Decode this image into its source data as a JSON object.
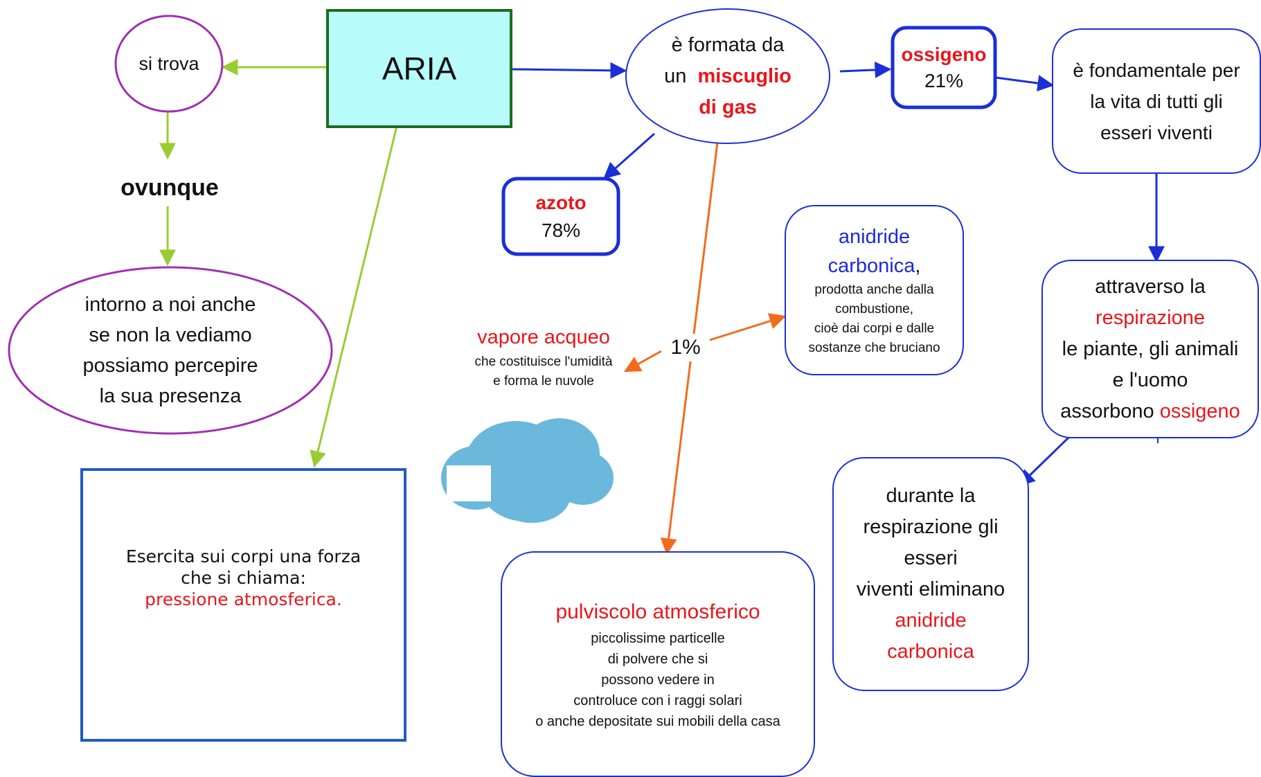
{
  "colors": {
    "green": "#99cc33",
    "purple": "#a12fb3",
    "blue": "#1b2fd6",
    "orange": "#f26b1d",
    "red": "#e8161b",
    "aria_fill": "#b7fbfb",
    "aria_border": "#1e6b1e",
    "box_blue": "#1f5cc4",
    "cloud": "#6ab8dc"
  },
  "aria": {
    "label": "ARIA"
  },
  "si_trova": {
    "label": "si trova"
  },
  "ovunque": {
    "label": "ovunque"
  },
  "intorno": {
    "lines": [
      "intorno a noi anche",
      "se non la vediamo",
      "possiamo percepire",
      "la sua presenza"
    ]
  },
  "pressione": {
    "line1": "Esercita sui corpi una forza",
    "line2": "che si chiama:",
    "line3": "pressione atmosferica."
  },
  "miscuglio": {
    "line1": "è formata da",
    "line2_prefix": "un",
    "line2_red": "miscuglio",
    "line3": "di gas"
  },
  "azoto": {
    "name": "azoto",
    "pct": "78%"
  },
  "ossigeno": {
    "name": "ossigeno",
    "pct": "21%"
  },
  "fondamentale": {
    "lines": [
      "è fondamentale per",
      "la vita di tutti gli",
      "esseri viventi"
    ]
  },
  "anidride": {
    "title1": "anidride",
    "title2": "carbonica",
    "comma": ",",
    "lines": [
      "prodotta anche dalla",
      "combustione,",
      "cioè dai corpi e dalle",
      "sostanze che bruciano"
    ]
  },
  "one_percent": {
    "label": "1%"
  },
  "vapore": {
    "title": "vapore acqueo",
    "lines": [
      "che costituisce l'umidità",
      "e forma le nuvole"
    ]
  },
  "pulviscolo": {
    "title": "pulviscolo atmosferico",
    "lines": [
      "piccolissime particelle",
      "di polvere che si",
      "possono vedere in",
      "controluce con i raggi solari",
      "o anche depositate sui mobili della casa"
    ]
  },
  "respirazione": {
    "line1": "attraverso la",
    "line2_red": "respirazione",
    "line3": "le piante, gli animali",
    "line4": "e l'uomo",
    "line5_prefix": "assorbono",
    "line5_red": "ossigeno"
  },
  "durante": {
    "lines": [
      "durante la",
      "respirazione gli",
      "esseri",
      "viventi eliminano"
    ],
    "red1": "anidride",
    "red2": "carbonica"
  }
}
